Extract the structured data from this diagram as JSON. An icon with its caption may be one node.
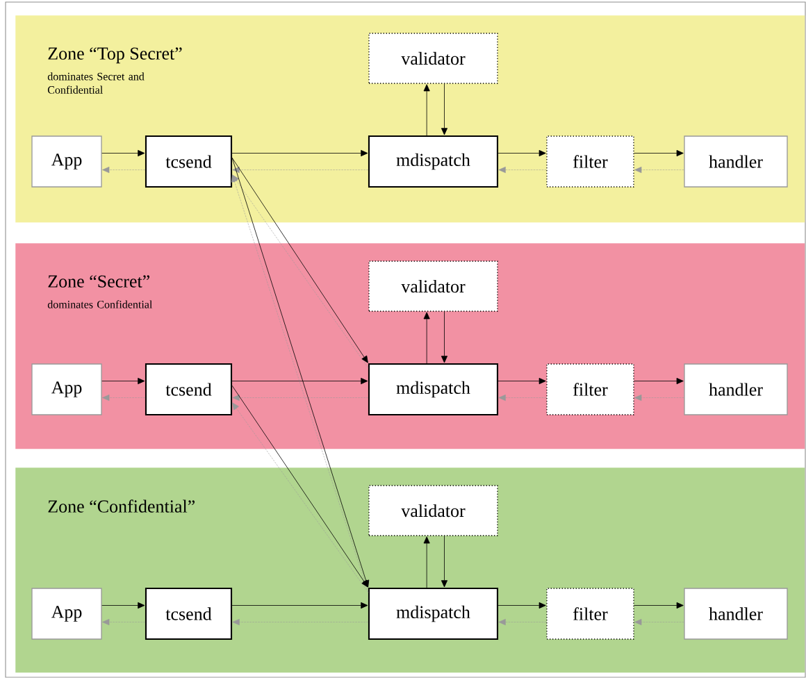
{
  "diagram": {
    "nodes": [
      {
        "text": [
          "Zone “Top Secret”",
          "dominates Secret and Confidential"
        ]
      },
      {
        "text": [
          "validator"
        ],
        "in": 0
      },
      {
        "text": [
          "App"
        ],
        "in": 0
      },
      {
        "text": [
          "tcsend"
        ],
        "in": 0
      },
      {
        "text": [
          "mdispatch"
        ],
        "in": 0
      },
      {
        "text": [
          "filter"
        ],
        "in": 0
      },
      {
        "text": [
          "handler"
        ],
        "in": 0
      },
      {
        "text": [
          "Zone “Secret”",
          "dominates Confidential"
        ]
      },
      {
        "text": [
          "validator"
        ],
        "in": 7
      },
      {
        "text": [
          "App"
        ],
        "in": 7
      },
      {
        "text": [
          "tcsend"
        ],
        "in": 7
      },
      {
        "text": [
          "mdispatch"
        ],
        "in": 7
      },
      {
        "text": [
          "filter"
        ],
        "in": 7
      },
      {
        "text": [
          "handler"
        ],
        "in": 7
      },
      {
        "text": [
          "Zone “Confidential”"
        ]
      },
      {
        "text": [
          "validator"
        ],
        "in": 14
      },
      {
        "text": [
          "App"
        ],
        "in": 14
      },
      {
        "text": [
          "tcsend"
        ],
        "in": 14
      },
      {
        "text": [
          "mdispatch"
        ],
        "in": 14
      },
      {
        "text": [
          "filter"
        ],
        "in": 14
      },
      {
        "text": [
          "handler"
        ],
        "in": 14
      }
    ],
    "edges": [
      {
        "from": 2,
        "to": 3,
        "arrow": "to"
      },
      {
        "from": 3,
        "to": 2,
        "arrow": "to",
        "style": "dashed",
        "color": "#999999"
      },
      {
        "from": 3,
        "to": 4,
        "arrow": "to"
      },
      {
        "from": 4,
        "to": 3,
        "arrow": "to",
        "style": "dashed",
        "color": "#999999"
      },
      {
        "from": 4,
        "to": 1,
        "arrow": "to"
      },
      {
        "from": 1,
        "to": 4,
        "arrow": "to"
      },
      {
        "from": 4,
        "to": 5,
        "arrow": "to"
      },
      {
        "from": 5,
        "to": 4,
        "arrow": "to",
        "style": "dashed",
        "color": "#999999"
      },
      {
        "from": 5,
        "to": 6,
        "arrow": "to"
      },
      {
        "from": 6,
        "to": 5,
        "arrow": "to",
        "style": "dashed",
        "color": "#999999"
      },
      {
        "from": 9,
        "to": 10,
        "arrow": "to"
      },
      {
        "from": 10,
        "to": 9,
        "arrow": "to",
        "style": "dashed",
        "color": "#999999"
      },
      {
        "from": 10,
        "to": 11,
        "arrow": "to"
      },
      {
        "from": 11,
        "to": 10,
        "arrow": "to",
        "style": "dashed",
        "color": "#999999"
      },
      {
        "from": 11,
        "to": 8,
        "arrow": "to"
      },
      {
        "from": 8,
        "to": 11,
        "arrow": "to"
      },
      {
        "from": 11,
        "to": 12,
        "arrow": "to"
      },
      {
        "from": 12,
        "to": 11,
        "arrow": "to",
        "style": "dashed",
        "color": "#999999"
      },
      {
        "from": 12,
        "to": 13,
        "arrow": "to"
      },
      {
        "from": 13,
        "to": 12,
        "arrow": "to",
        "style": "dashed",
        "color": "#999999"
      },
      {
        "from": 16,
        "to": 17,
        "arrow": "to"
      },
      {
        "from": 17,
        "to": 16,
        "arrow": "to",
        "style": "dashed",
        "color": "#999999"
      },
      {
        "from": 17,
        "to": 18,
        "arrow": "to"
      },
      {
        "from": 18,
        "to": 17,
        "arrow": "to",
        "style": "dashed",
        "color": "#999999"
      },
      {
        "from": 18,
        "to": 15,
        "arrow": "to"
      },
      {
        "from": 15,
        "to": 18,
        "arrow": "to"
      },
      {
        "from": 18,
        "to": 19,
        "arrow": "to"
      },
      {
        "from": 19,
        "to": 18,
        "arrow": "to",
        "style": "dashed",
        "color": "#999999"
      },
      {
        "from": 19,
        "to": 20,
        "arrow": "to"
      },
      {
        "from": 20,
        "to": 19,
        "arrow": "to",
        "style": "dashed",
        "color": "#999999"
      },
      {
        "from": 3,
        "to": 11,
        "arrow": "to"
      },
      {
        "from": 11,
        "to": 3,
        "arrow": "to",
        "style": "dashed",
        "color": "#999999"
      },
      {
        "from": 3,
        "to": 18,
        "arrow": "to"
      },
      {
        "from": 18,
        "to": 3,
        "arrow": "to",
        "style": "dashed",
        "color": "#999999"
      },
      {
        "from": 10,
        "to": 18,
        "arrow": "to"
      },
      {
        "from": 18,
        "to": 10,
        "arrow": "to",
        "style": "dashed",
        "color": "#999999"
      }
    ]
  }
}
